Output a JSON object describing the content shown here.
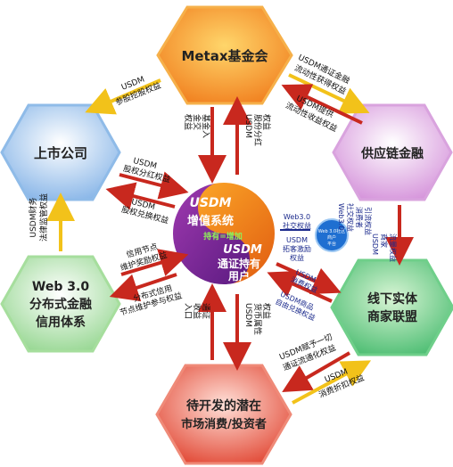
{
  "nodes": {
    "top": "Metax基金会",
    "left_upper": "上市公司",
    "right_upper": "供应链金融",
    "left_lower": [
      "Web 3.0",
      "分布式金融",
      "信用体系"
    ],
    "right_lower": [
      "线下实体",
      "商家联盟"
    ],
    "bottom": [
      "待开发的潜在",
      "市场消费/投资者"
    ]
  },
  "center": {
    "title": "USDM",
    "subtitle": "增值系统",
    "tag": "持有=增加",
    "bottom_title": "USDM",
    "bottom_line1": "通证持有",
    "bottom_line2": "用户"
  },
  "mini_center": [
    "Web 3.0社区",
    "商户",
    "平台"
  ],
  "labels": {
    "top_left_1": "USDM",
    "top_left_2": "参股挖股权益",
    "top_right_in_1": "USDM通证金融",
    "top_right_in_2": "流动性获得权益",
    "top_right_out_1": "USDM提供",
    "top_right_out_2": "流动性收益权益",
    "top_center_left": [
      "基金入",
      "金交",
      "权益"
    ],
    "top_center_right": [
      "USDM",
      "股份分红",
      "权益"
    ],
    "left_up_1": "USDM",
    "left_up_2": "股权分红权益",
    "left_down_1": "USDM",
    "left_down_2": "股权兑换权益",
    "left_vert": [
      "USDM财务",
      "法律监管权益"
    ],
    "ll_up_1": "信用节点",
    "ll_up_2": "维护奖励权益",
    "ll_down_1": "分布式信用",
    "ll_down_2": "节点维护参与权益",
    "bottom_center_left": [
      "通证",
      "收益",
      "入口"
    ],
    "bottom_center_right": [
      "USDM",
      "货币属性",
      "权益"
    ],
    "right_web3_1": "Web3.0",
    "right_web3_2": "社交权益",
    "right_usdm_1": "USDM",
    "right_usdm_2": "拓客激励",
    "right_usdm_3": "权益",
    "right_consume_1": "USDM",
    "right_consume_2": "消费权益",
    "right_merchant_1": "USDM商品",
    "right_merchant_2": "自由兑换权益",
    "rs_vert_1": [
      "Web3.0",
      "社交权益"
    ],
    "rs_vert_2": [
      "消费者",
      "引流权益"
    ],
    "rs_vert_3": [
      "USDM",
      "商家",
      "流量权益"
    ],
    "br_1": "USDM赋予一切",
    "br_2": "通证流通化权益",
    "br_3": "USDM",
    "br_4": "消费折扣权益"
  },
  "colors": {
    "orange": "#f07a1a",
    "blue": "#3a78c6",
    "purple": "#8a2c97",
    "green": "#2aa35a",
    "red": "#c8281e",
    "yellow": "#f2c21a",
    "navy": "#1b2a8c"
  }
}
